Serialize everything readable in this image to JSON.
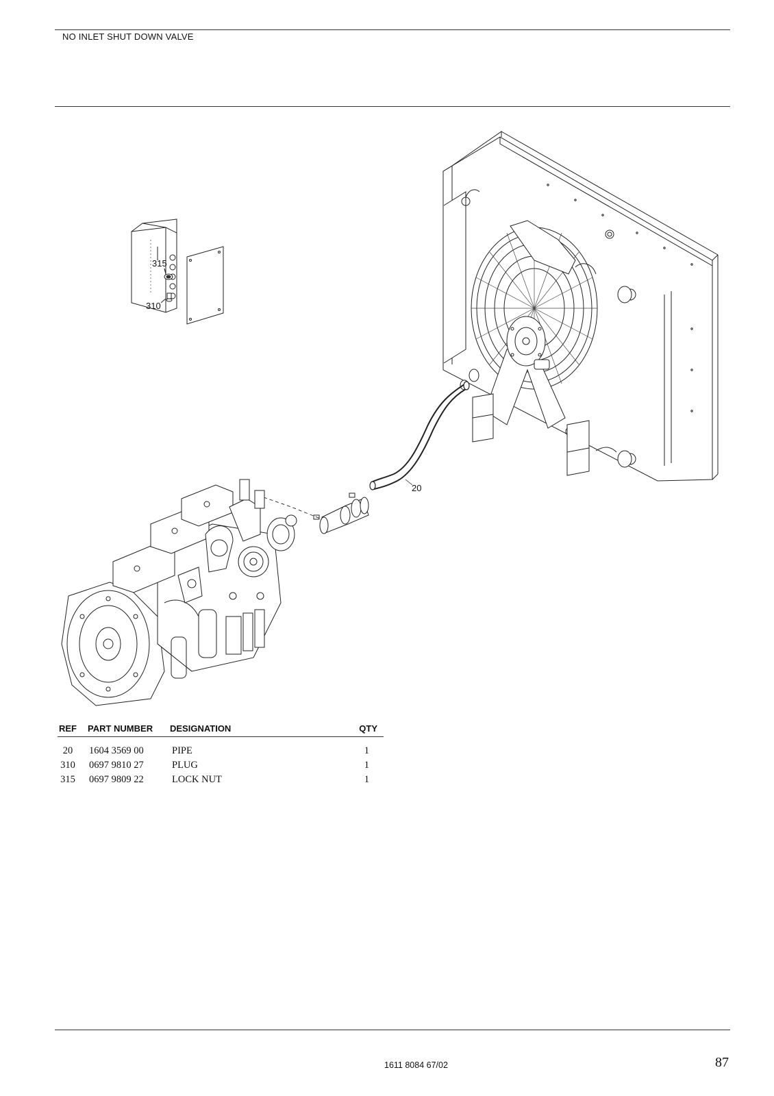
{
  "header": {
    "title": "NO INLET SHUT DOWN VALVE"
  },
  "figure": {
    "callouts": {
      "c20": "20",
      "c310": "310",
      "c315": "315"
    }
  },
  "table": {
    "headers": {
      "ref": "REF",
      "part_number": "PART NUMBER",
      "designation": "DESIGNATION",
      "qty": "QTY"
    },
    "rows": [
      {
        "ref": "20",
        "part_number": "1604 3569 00",
        "designation": "PIPE",
        "qty": "1"
      },
      {
        "ref": "310",
        "part_number": "0697 9810 27",
        "designation": "PLUG",
        "qty": "1"
      },
      {
        "ref": "315",
        "part_number": "0697 9809 22",
        "designation": "LOCK NUT",
        "qty": "1"
      }
    ]
  },
  "footer": {
    "doc_code": "1611 8084 67/02",
    "page_number": "87"
  }
}
